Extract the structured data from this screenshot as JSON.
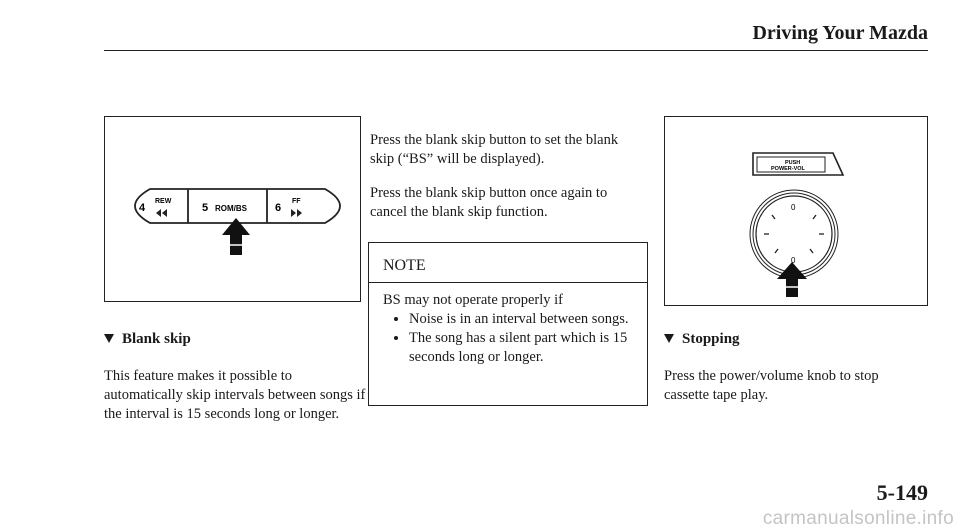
{
  "header": {
    "title": "Driving Your Mazda"
  },
  "figures": {
    "blank_skip": {
      "buttons": [
        "4 REW",
        "5 ROM/BS",
        "6 FF"
      ]
    },
    "stopping": {
      "push_label": "PUSH",
      "knob_label": "POWER-VOL"
    }
  },
  "left": {
    "heading": "Blank skip",
    "body": "This feature makes it possible to automatically skip intervals between songs if the interval is 15 seconds long or longer."
  },
  "middle": {
    "para1": "Press the blank skip button to set the blank skip (“BS” will be displayed).",
    "para2": "Press the blank skip button once again to cancel the blank skip function.",
    "note": {
      "title": "NOTE",
      "intro": "BS may not operate properly if",
      "items": [
        "Noise is in an interval between songs.",
        "The song has a silent part which is 15 seconds long or longer."
      ]
    }
  },
  "right": {
    "heading": "Stopping",
    "body": "Press the power/volume knob to stop cassette tape play."
  },
  "page_number": "5-149",
  "watermark": "carmanualsonline.info"
}
